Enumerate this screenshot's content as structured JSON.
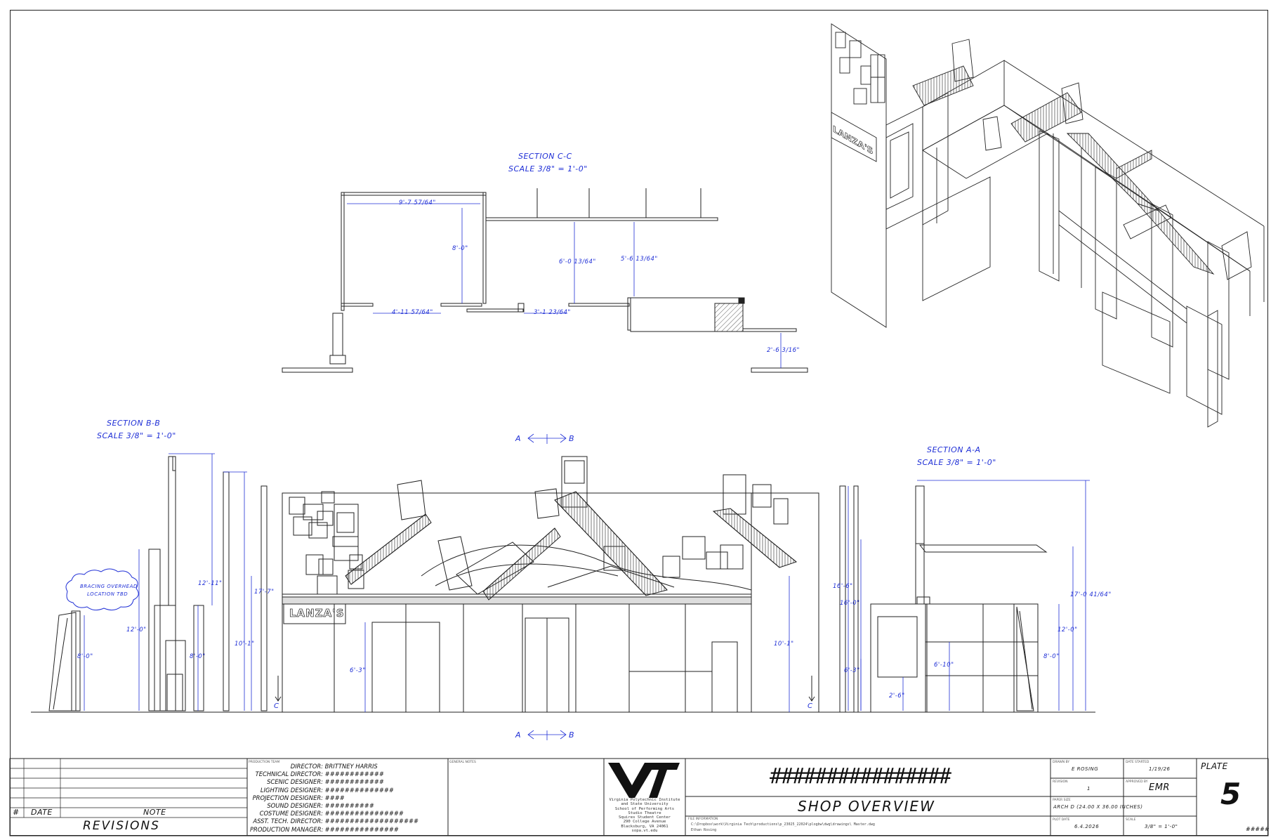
{
  "views": {
    "section_cc": {
      "title": "SECTION C-C",
      "scale": "SCALE 3/8\" = 1'-0\""
    },
    "section_bb": {
      "title": "SECTION B-B",
      "scale": "SCALE 3/8\" = 1'-0\""
    },
    "section_aa": {
      "title": "SECTION A-A",
      "scale": "SCALE 3/8\" = 1'-0\""
    }
  },
  "dimensions_cc": {
    "d1": "9'-7 57/64\"",
    "d2": "8'-0\"",
    "d3": "6'-0 13/64\"",
    "d4": "5'-6 13/64\"",
    "d5": "4'-11 57/64\"",
    "d6": "3'-1 23/64\"",
    "d7": "2'-6 3/16\""
  },
  "dimensions_bb": {
    "d1": "12'-11\"",
    "d2": "17'-7\"",
    "d3": "12'-0\"",
    "d4": "10'-1\"",
    "d5": "8'-0\"",
    "d6": "8'-0\""
  },
  "bb_cloud_note": {
    "line1": "BRACING OVERHEAD",
    "line2": "LOCATION TBD"
  },
  "elevation": {
    "marker_a": "A",
    "marker_b": "B",
    "marker_c": "C",
    "sign": "LANZA'S",
    "dim_left": "6'-3\"",
    "dim_right": "10'-1\""
  },
  "dimensions_aa": {
    "d1": "16'-6\"",
    "d2": "16'-0\"",
    "d3": "6'-3\"",
    "d4": "17'-0 41/64\"",
    "d5": "12'-0\"",
    "d6": "8'-0\"",
    "d7": "6'-10\"",
    "d8": "2'-6\""
  },
  "iso": {
    "sign": "LANZA'S"
  },
  "title_block": {
    "revisions": {
      "hash": "#",
      "date": "DATE",
      "note": "NOTE",
      "footer": "REVISIONS"
    },
    "production_team_label": "PRODUCTION TEAM",
    "credits": [
      {
        "role": "DIRECTOR:",
        "name": "BRITTNEY HARRIS"
      },
      {
        "role": "TECHNICAL DIRECTOR:",
        "name": "############"
      },
      {
        "role": "SCENIC DESIGNER:",
        "name": "############"
      },
      {
        "role": "LIGHTING DESIGNER:",
        "name": "##############"
      },
      {
        "role": "PROJECTION DESIGNER:",
        "name": "####"
      },
      {
        "role": "SOUND DESIGNER:",
        "name": "##########"
      },
      {
        "role": "COSTUME DESIGNER:",
        "name": "################"
      },
      {
        "role": "ASST. TECH. DIRECTOR:",
        "name": "###################"
      },
      {
        "role": "PRODUCTION MANAGER:",
        "name": "###############"
      }
    ],
    "general_notes_label": "GENERAL NOTES",
    "logo_text": "VT",
    "institution": [
      "Virginia Polytechnic Institute",
      "and State University",
      "School of Performing Arts",
      "Studio Theatre",
      "Squires Student Center",
      "290 College Avenue",
      "Blacksburg, VA 24061",
      "sopa.vt.edu"
    ],
    "show_title": "################",
    "drawing_title": "SHOP OVERVIEW",
    "file_info_label": "FILE INFORMATION",
    "file_path": "C:\\Dropbox\\work\\Virginia Tech\\productions\\p_23025_22024\\plogbw\\dwg\\drawings\\ Master.dwg",
    "file_author": "Ethan Rosing",
    "drawn_by_label": "DRAWN BY",
    "drawn_by": "E ROSING",
    "date_started_label": "DATE STARTED",
    "date_started": "1/19/26",
    "revision_label": "REVISION",
    "revision": "1",
    "approved_by_label": "APPROVED BY",
    "approved_by": "EMR",
    "paper_size_label": "PAPER SIZE",
    "paper_size": "ARCH D (24.00 X 36.00 INCHES)",
    "plot_date_label": "PLOT DATE",
    "plot_date": "6.4.2026",
    "scale_label": "SCALE",
    "scale": "3/8\" = 1'-0\"",
    "plate_label": "PLATE",
    "plate": "5",
    "plate_sub": "#####"
  }
}
